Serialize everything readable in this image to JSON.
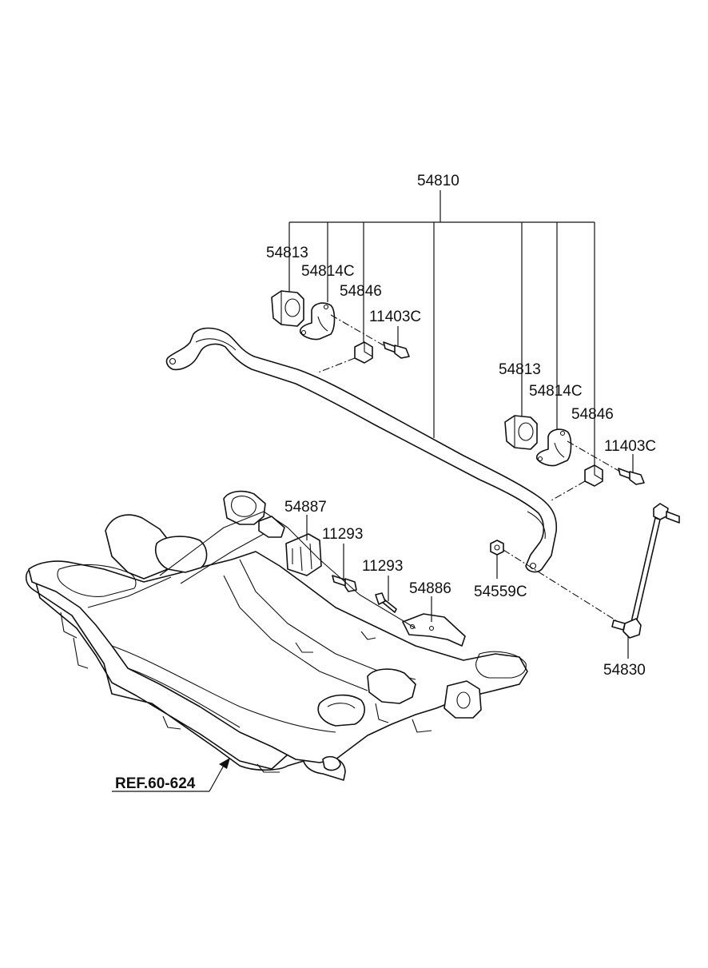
{
  "labels": {
    "stabilizer_bar_assy": "54810",
    "left_bushing": "54813",
    "left_bracket": "54814C",
    "left_clamp": "54846",
    "left_bolt": "11403C",
    "right_bushing": "54813",
    "right_bracket": "54814C",
    "right_clamp": "54846",
    "right_bolt": "11403C",
    "bracket_left_mount": "54887",
    "bolt_a": "11293",
    "bolt_b": "11293",
    "bracket_right_mount": "54886",
    "nut": "54559C",
    "link_assy": "54830",
    "reference": "REF.60-624"
  }
}
